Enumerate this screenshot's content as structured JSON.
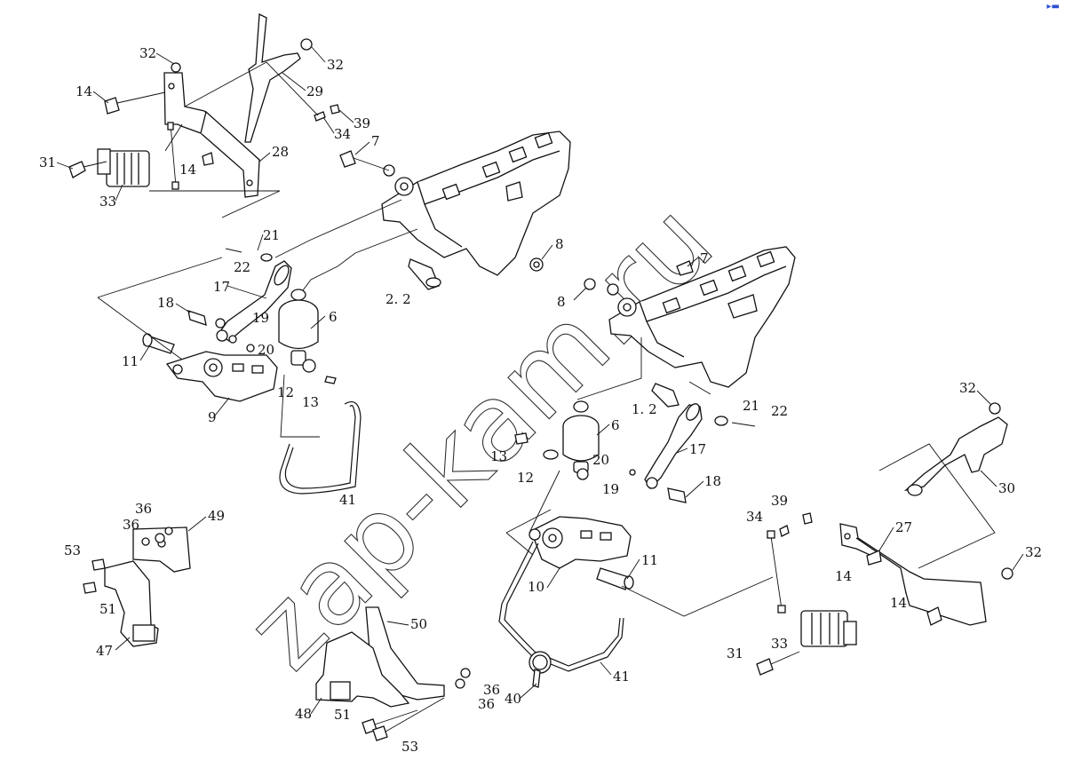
{
  "watermark": "zap-kam.ru",
  "corner_mark": "▸▬",
  "callouts": [
    {
      "id": "c32a",
      "text": "32"
    },
    {
      "id": "c32b",
      "text": "32"
    },
    {
      "id": "c14a",
      "text": "14"
    },
    {
      "id": "c29",
      "text": "29"
    },
    {
      "id": "c39a",
      "text": "39"
    },
    {
      "id": "c34a",
      "text": "34"
    },
    {
      "id": "c31a",
      "text": "31"
    },
    {
      "id": "c14b",
      "text": "14"
    },
    {
      "id": "c28",
      "text": "28"
    },
    {
      "id": "c33a",
      "text": "33"
    },
    {
      "id": "c7a",
      "text": "7"
    },
    {
      "id": "c21a",
      "text": "21"
    },
    {
      "id": "c22a",
      "text": "22"
    },
    {
      "id": "c8a",
      "text": "8"
    },
    {
      "id": "c17a",
      "text": "17"
    },
    {
      "id": "c2_2",
      "text": "2. 2"
    },
    {
      "id": "c18a",
      "text": "18"
    },
    {
      "id": "c19a",
      "text": "19"
    },
    {
      "id": "c6a",
      "text": "6"
    },
    {
      "id": "c20a",
      "text": "20"
    },
    {
      "id": "c11a",
      "text": "11"
    },
    {
      "id": "c12a",
      "text": "12"
    },
    {
      "id": "c13a",
      "text": "13"
    },
    {
      "id": "c9",
      "text": "9"
    },
    {
      "id": "c7b",
      "text": "7"
    },
    {
      "id": "c8b",
      "text": "8"
    },
    {
      "id": "c1_2",
      "text": "1. 2"
    },
    {
      "id": "c21b",
      "text": "21"
    },
    {
      "id": "c22b",
      "text": "22"
    },
    {
      "id": "c6b",
      "text": "6"
    },
    {
      "id": "c13b",
      "text": "13"
    },
    {
      "id": "c20b",
      "text": "20"
    },
    {
      "id": "c17b",
      "text": "17"
    },
    {
      "id": "c12b",
      "text": "12"
    },
    {
      "id": "c19b",
      "text": "19"
    },
    {
      "id": "c18b",
      "text": "18"
    },
    {
      "id": "c32c",
      "text": "32"
    },
    {
      "id": "c30",
      "text": "30"
    },
    {
      "id": "c41a",
      "text": "41"
    },
    {
      "id": "c39b",
      "text": "39"
    },
    {
      "id": "c34b",
      "text": "34"
    },
    {
      "id": "c27",
      "text": "27"
    },
    {
      "id": "c32d",
      "text": "32"
    },
    {
      "id": "c14c",
      "text": "14"
    },
    {
      "id": "c14d",
      "text": "14"
    },
    {
      "id": "c11b",
      "text": "11"
    },
    {
      "id": "c10",
      "text": "10"
    },
    {
      "id": "c33b",
      "text": "33"
    },
    {
      "id": "c31b",
      "text": "31"
    },
    {
      "id": "c36a",
      "text": "36"
    },
    {
      "id": "c36b",
      "text": "36"
    },
    {
      "id": "c49",
      "text": "49"
    },
    {
      "id": "c53a",
      "text": "53"
    },
    {
      "id": "c51a",
      "text": "51"
    },
    {
      "id": "c47",
      "text": "47"
    },
    {
      "id": "c50",
      "text": "50"
    },
    {
      "id": "c48",
      "text": "48"
    },
    {
      "id": "c51b",
      "text": "51"
    },
    {
      "id": "c53b",
      "text": "53"
    },
    {
      "id": "c36c",
      "text": "36"
    },
    {
      "id": "c36d",
      "text": "36"
    },
    {
      "id": "c40",
      "text": "40"
    },
    {
      "id": "c41b",
      "text": "41"
    }
  ]
}
